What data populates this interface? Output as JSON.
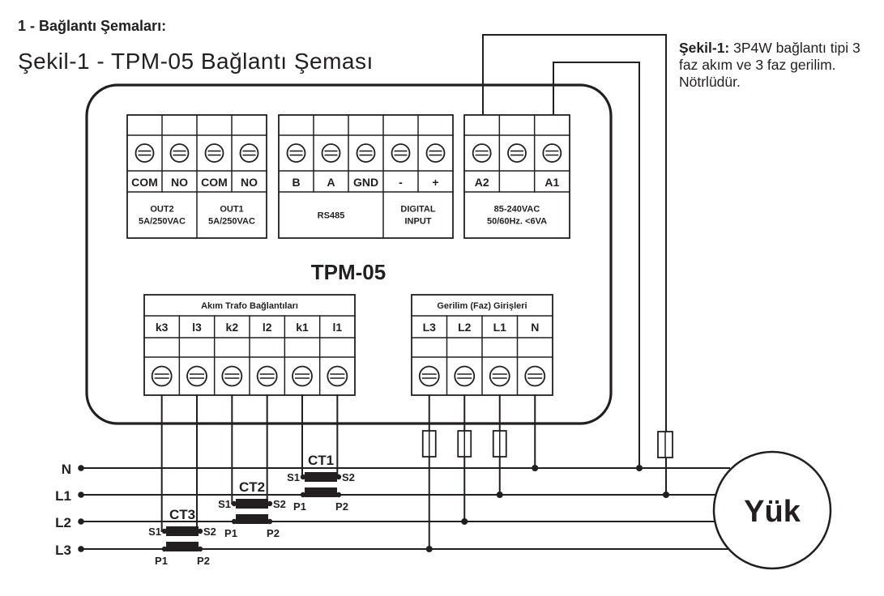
{
  "section_title": "1 - Bağlantı Şemaları:",
  "figure_title": "Şekil-1 - TPM-05 Bağlantı Şeması",
  "note": {
    "label": "Şekil-1:",
    "text": " 3P4W bağlantı tipi 3 faz akım ve 3 faz gerilim. Nötrlüdür."
  },
  "device": {
    "name": "TPM-05"
  },
  "top_blocks": [
    {
      "terminals": [
        "COM",
        "NO",
        "COM",
        "NO"
      ],
      "groups": [
        {
          "lines": [
            "OUT2",
            "5A/250VAC"
          ],
          "span": [
            0,
            1
          ]
        },
        {
          "lines": [
            "OUT1",
            "5A/250VAC"
          ],
          "span": [
            2,
            3
          ]
        }
      ]
    },
    {
      "terminals": [
        "B",
        "A",
        "GND",
        "-",
        "+"
      ],
      "groups": [
        {
          "lines": [
            "RS485"
          ],
          "span": [
            0,
            2
          ]
        },
        {
          "lines": [
            "DIGITAL",
            "INPUT"
          ],
          "span": [
            3,
            4
          ]
        }
      ]
    },
    {
      "terminals": [
        "A2",
        "",
        "A1"
      ],
      "groups": [
        {
          "lines": [
            "85-240VAC",
            "50/60Hz. <6VA"
          ],
          "span": [
            0,
            2
          ]
        }
      ]
    }
  ],
  "bottom_blocks": [
    {
      "title": "Akım Trafo Bağlantıları",
      "terminals": [
        "k3",
        "l3",
        "k2",
        "l2",
        "k1",
        "l1"
      ]
    },
    {
      "title": "Gerilim (Faz) Girişleri",
      "terminals": [
        "L3",
        "L2",
        "L1",
        "N"
      ]
    }
  ],
  "lines": [
    "N",
    "L1",
    "L2",
    "L3"
  ],
  "cts": [
    {
      "name": "CT1",
      "s1": "S1",
      "s2": "S2",
      "p1": "P1",
      "p2": "P2"
    },
    {
      "name": "CT2",
      "s1": "S1",
      "s2": "S2",
      "p1": "P1",
      "p2": "P2"
    },
    {
      "name": "CT3",
      "s1": "S1",
      "s2": "S2",
      "p1": "P1",
      "p2": "P2"
    }
  ],
  "load": {
    "label": "Yük"
  }
}
